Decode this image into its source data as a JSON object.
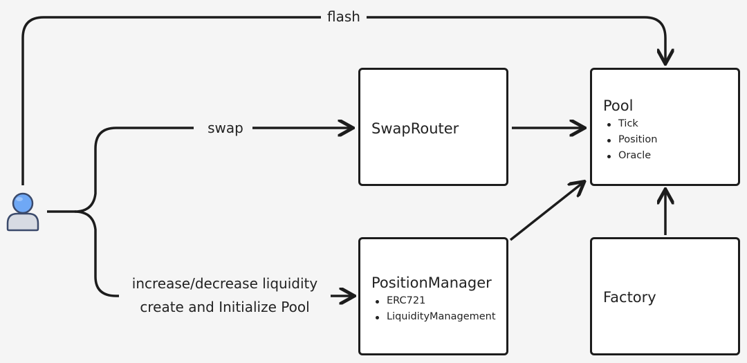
{
  "labels": {
    "flash": "flash",
    "swap": "swap",
    "liquidity_line1": "increase/decrease liquidity",
    "liquidity_line2": "create and Initialize Pool"
  },
  "nodes": {
    "swap_router": {
      "title": "SwapRouter"
    },
    "pool": {
      "title": "Pool",
      "items": [
        "Tick",
        "Position",
        "Oracle"
      ]
    },
    "position_manager": {
      "title": "PositionManager",
      "items": [
        "ERC721",
        "LiquidityManagement"
      ]
    },
    "factory": {
      "title": "Factory"
    }
  },
  "user": {
    "icon": "user-icon",
    "colors": {
      "head": "#6fa8f5",
      "body": "#d7dbe3",
      "outline": "#3b4a6b"
    }
  },
  "colors": {
    "stroke": "#1c1c1c",
    "background": "#f5f5f5",
    "box_fill": "#ffffff"
  }
}
